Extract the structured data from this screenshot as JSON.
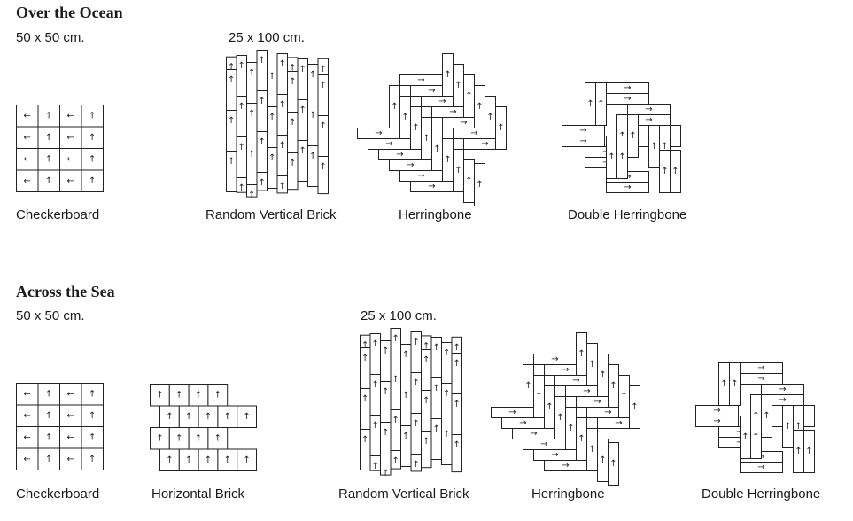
{
  "colors": {
    "line": "#222222",
    "text": "#1a1a1a",
    "background": "#ffffff"
  },
  "sections": [
    {
      "title": "Over the Ocean",
      "size_labels": [
        "50 x 50 cm.",
        "25 x 100 cm."
      ],
      "patterns": [
        {
          "id": "checkerboard",
          "label": "Checkerboard"
        },
        {
          "id": "random-vertical-brick",
          "label": "Random Vertical Brick"
        },
        {
          "id": "herringbone",
          "label": "Herringbone"
        },
        {
          "id": "double-herringbone",
          "label": "Double Herringbone"
        }
      ]
    },
    {
      "title": "Across the Sea",
      "size_labels": [
        "50 x 50 cm.",
        "25 x 100 cm."
      ],
      "patterns": [
        {
          "id": "checkerboard",
          "label": "Checkerboard"
        },
        {
          "id": "horizontal-brick",
          "label": "Horizontal Brick"
        },
        {
          "id": "random-vertical-brick",
          "label": "Random Vertical Brick"
        },
        {
          "id": "herringbone",
          "label": "Herringbone"
        },
        {
          "id": "double-herringbone",
          "label": "Double Herringbone"
        }
      ]
    }
  ],
  "arrow_glyphs": {
    "up": "↑",
    "right": "→",
    "left": "←"
  }
}
